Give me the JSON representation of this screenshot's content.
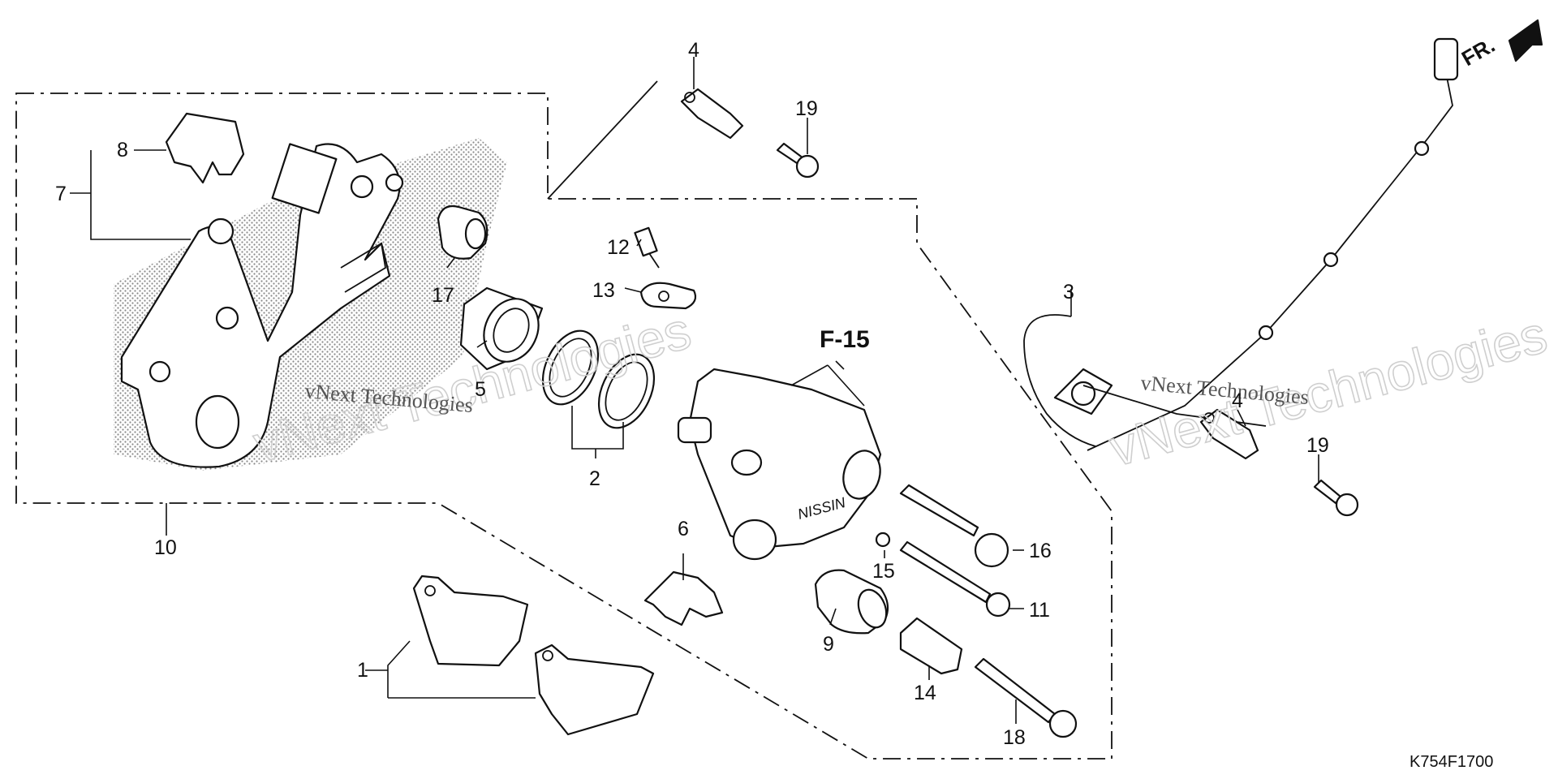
{
  "diagram": {
    "reference_code": "K754F1700",
    "reference_label": "F-15",
    "direction_label": "FR.",
    "watermark": {
      "large": "vNext Technologies",
      "small": "vNext Technologies"
    },
    "callouts": {
      "c1": "1",
      "c2": "2",
      "c3": "3",
      "c4a": "4",
      "c4b": "4",
      "c5": "5",
      "c6": "6",
      "c7": "7",
      "c8": "8",
      "c9": "9",
      "c10": "10",
      "c11": "11",
      "c12": "12",
      "c13": "13",
      "c14": "14",
      "c15": "15",
      "c16": "16",
      "c17": "17",
      "c18": "18",
      "c19a": "19",
      "c19b": "19"
    }
  }
}
